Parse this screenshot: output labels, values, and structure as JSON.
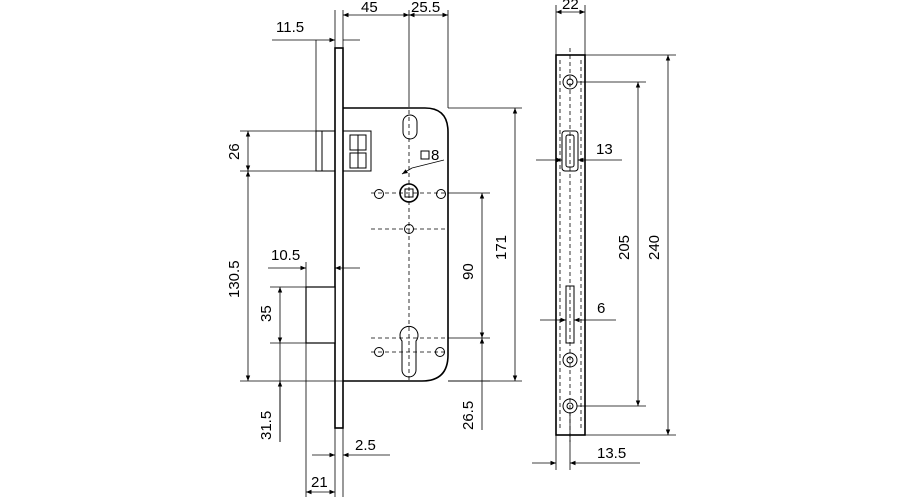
{
  "diagram": {
    "dimensions": {
      "backset_depth": "11.5",
      "forend_to_spindle": "45",
      "spindle_to_body": "25.5",
      "forend_width": "22",
      "latch_height": "26",
      "spindle_square": "8",
      "spindle_label_prefix": "□",
      "follower_height": "13",
      "bolt_to_spindle": "130.5",
      "bolt_projection": "10.5",
      "bolt_height": "35",
      "centre_distance": "90",
      "body_height": "171",
      "screw_pitch": "205",
      "forend_length": "240",
      "slot_width": "6",
      "bottom_offset_left": "31.5",
      "bottom_offset_right": "26.5",
      "forend_thickness": "2.5",
      "bolt_throw": "21",
      "forend_screw_offset": "13.5"
    }
  }
}
